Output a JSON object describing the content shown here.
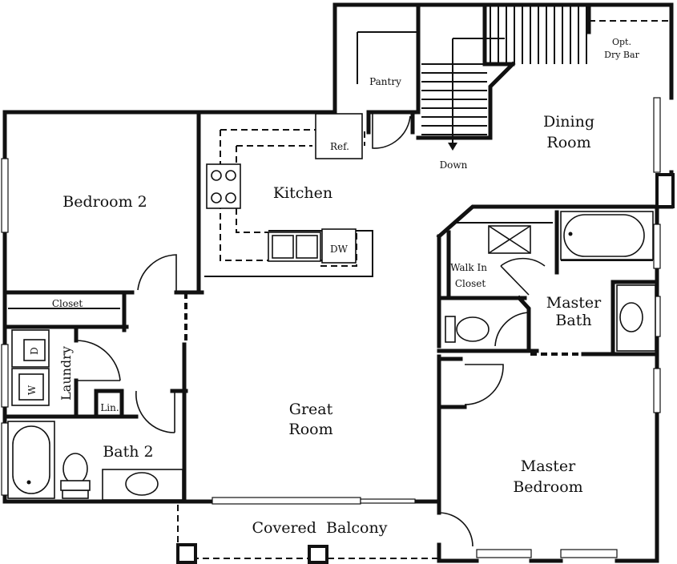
{
  "rooms": {
    "bedroom_2": "Bedroom 2",
    "kitchen": "Kitchen",
    "pantry": "Pantry",
    "refrigerator": "Ref.",
    "dishwasher": "DW",
    "dining_line1": "Dining",
    "dining_line2": "Room",
    "opt_dry_bar_line1": "Opt.",
    "opt_dry_bar_line2": "Dry Bar",
    "stairs_down": "Down",
    "closet": "Closet",
    "laundry": "Laundry",
    "dryer": "D",
    "washer": "W",
    "linen": "Lin.",
    "bath_2": "Bath 2",
    "great_room_line1": "Great",
    "great_room_line2": "Room",
    "walk_in_line1": "Walk In",
    "walk_in_line2": "Closet",
    "master_bath_line1": "Master",
    "master_bath_line2": "Bath",
    "master_bedroom_line1": "Master",
    "master_bedroom_line2": "Bedroom",
    "covered_balcony": "Covered  Balcony"
  }
}
